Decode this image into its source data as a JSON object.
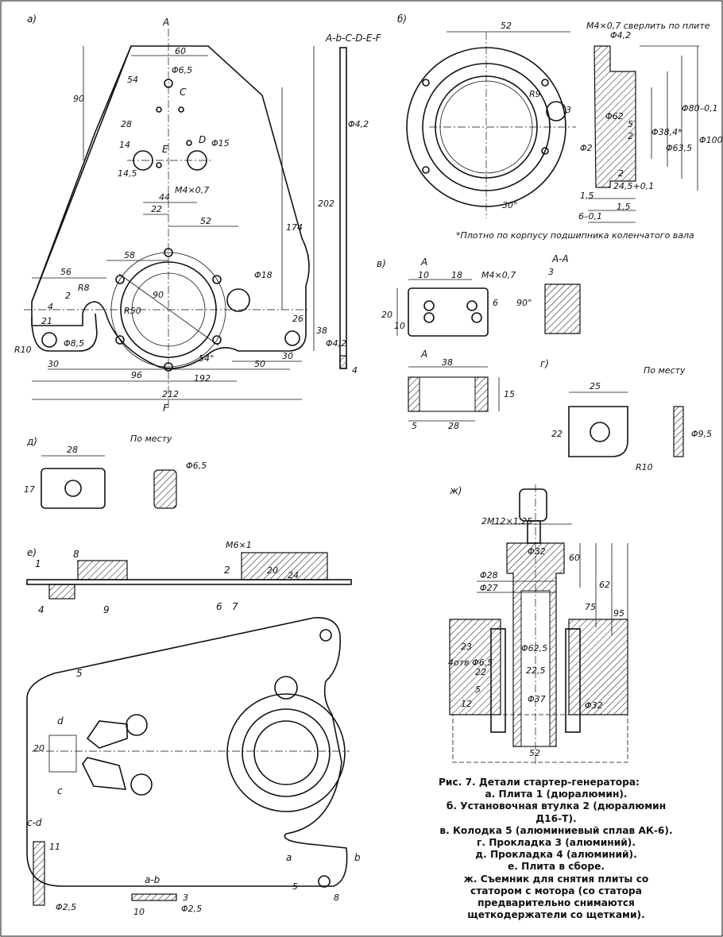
{
  "views": {
    "a": {
      "label": "а)",
      "section_marks": [
        "A",
        "F"
      ],
      "section_title": "A-b-C-D-E-F",
      "points": [
        "C",
        "D",
        "E"
      ],
      "dims": [
        "60",
        "Φ6,5",
        "54",
        "90",
        "28",
        "14",
        "Φ15",
        "14,5",
        "M4×0,7",
        "44",
        "22",
        "52",
        "202",
        "174",
        "Φ4,2",
        "56",
        "58",
        "R8",
        "4",
        "2",
        "90",
        "Φ18",
        "R50",
        "Φ8,5",
        "21",
        "R10",
        "30",
        "38",
        "26",
        "Φ4,2",
        "50",
        "30",
        "96",
        "192",
        "212",
        "4",
        "54°"
      ]
    },
    "b": {
      "label": "б)",
      "note_top": "M4×0,7 сверлить по плите",
      "footnote": "*Плотно по корпусу подшипника коленчатого вала",
      "dims": [
        "52",
        "R9",
        "3",
        "Φ4,2",
        "Φ38,4*",
        "Φ62",
        "Φ63,5",
        "Φ80–0,1",
        "Φ100",
        "5",
        "2",
        "Φ2",
        "2",
        "24,5+0,1",
        "1,5",
        "1,5",
        "6–0,1",
        "30°"
      ]
    },
    "v": {
      "label": "в)",
      "section_title": "A-A",
      "marks": [
        "A",
        "A"
      ],
      "dims": [
        "10",
        "18",
        "M4×0,7",
        "3",
        "6",
        "90°",
        "20",
        "10",
        "38",
        "15",
        "5",
        "28"
      ]
    },
    "g": {
      "label": "г)",
      "note": "По месту",
      "dims": [
        "25",
        "22",
        "Φ9,5",
        "R10"
      ]
    },
    "d": {
      "label": "д)",
      "note": "По месту",
      "dims": [
        "28",
        "17",
        "Φ6,5"
      ]
    },
    "e": {
      "label": "е)",
      "callouts": [
        "1",
        "2",
        "4",
        "5",
        "6",
        "7",
        "8",
        "9"
      ],
      "dims": [
        "M6×1",
        "20",
        "24",
        "20",
        "11",
        "8",
        "5",
        "Φ2,5",
        "Φ2,5",
        "3",
        "10"
      ],
      "section_marks": [
        "a",
        "b",
        "c",
        "d"
      ],
      "section_titles": [
        "c-d",
        "a-b"
      ]
    },
    "zh": {
      "label": "ж)",
      "dims": [
        "2M12×1,25",
        "Φ32",
        "60",
        "Φ28",
        "Φ27",
        "62",
        "75",
        "95",
        "4отв Φ6,5",
        "23",
        "22",
        "5",
        "12",
        "Φ62,5",
        "22,5",
        "Φ37",
        "Φ32",
        "52"
      ]
    }
  },
  "caption": {
    "title": "Рис. 7. Детали стартер-генератора:",
    "lines": [
      "а. Плита 1 (дюралюмин).",
      "б. Установочная втулка 2 (дюралюмин Д16-Т).",
      "в. Колодка 5 (алюминиевый сплав АК-6).",
      "г. Прокладка 3 (алюминий).",
      "д. Прокладка 4 (алюминий).",
      "е. Плита в сборе.",
      "ж. Съемник для снятия плиты со статором с мотора (со статора предварительно снимаются щеткодержатели со щетками)."
    ]
  }
}
